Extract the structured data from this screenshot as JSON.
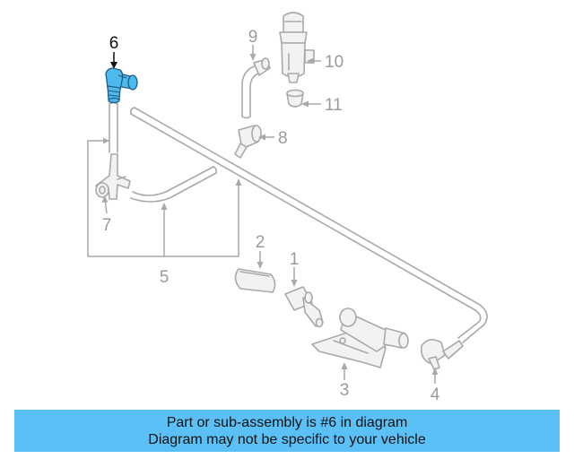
{
  "diagram": {
    "highlighted_part": "6",
    "callouts": {
      "part_1": "1",
      "part_2": "2",
      "part_3": "3",
      "part_4": "4",
      "part_5": "5",
      "part_6": "6",
      "part_7": "7",
      "part_8": "8",
      "part_9": "9",
      "part_10": "10",
      "part_11": "11"
    },
    "colors": {
      "highlight": "#4fb8ec",
      "line_art": "#a9a9a9",
      "banner": "#5bc0f5"
    }
  },
  "banner": {
    "line1": "Part or sub-assembly is #6 in diagram",
    "line2": "Diagram may not be specific to your vehicle"
  }
}
